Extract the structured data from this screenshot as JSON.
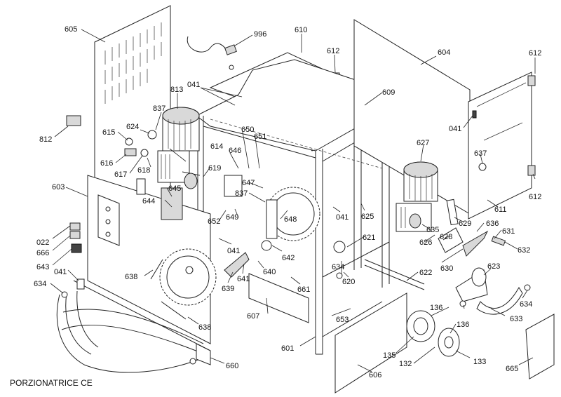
{
  "caption": "PORZIONATRICE CE",
  "labels": [
    "605",
    "996",
    "610",
    "612",
    "604",
    "612",
    "041",
    "813",
    "837",
    "624",
    "615",
    "812",
    "616",
    "617",
    "618",
    "614",
    "646",
    "650",
    "651",
    "619",
    "645",
    "644",
    "603",
    "647",
    "837",
    "652",
    "649",
    "648",
    "609",
    "627",
    "041",
    "637",
    "612",
    "611",
    "629",
    "636",
    "631",
    "632",
    "628",
    "630",
    "626",
    "635",
    "625",
    "041",
    "621",
    "642",
    "041",
    "640",
    "661",
    "638",
    "639",
    "641",
    "634",
    "620",
    "622",
    "623",
    "653",
    "634",
    "136",
    "136",
    "633",
    "607",
    "601",
    "135",
    "132",
    "133",
    "606",
    "665",
    "660",
    "022",
    "666",
    "643",
    "041",
    "634",
    "638"
  ]
}
